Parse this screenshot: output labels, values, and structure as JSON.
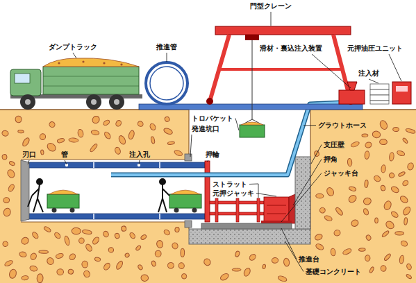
{
  "diagram": {
    "labels": [
      "ダンプトラック",
      "推進管",
      "門型クレーン",
      "滑材・裏込注入装置",
      "元押油圧ユニット",
      "注入材",
      "グラウトホース",
      "支圧壁",
      "押角",
      "ジャッキ台",
      "トロバケット",
      "発進坑口",
      "押輪",
      "ストラット",
      "元押ジャッキ",
      "刃口",
      "管",
      "注入孔",
      "推進台",
      "基礎コンクリート"
    ]
  }
}
